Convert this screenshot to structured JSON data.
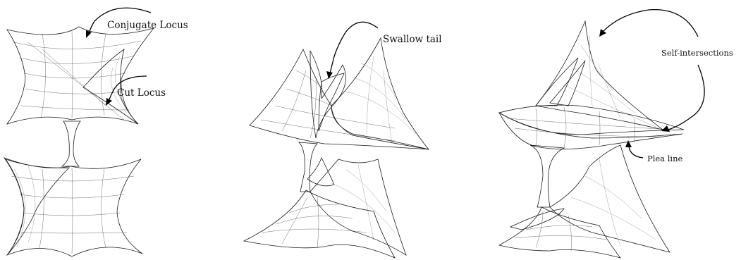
{
  "panels": [
    {
      "name": "panel-left",
      "annotations": [
        {
          "id": "conjugate",
          "text": "Conjugate Locus"
        },
        {
          "id": "cut",
          "text": "Cut Locus"
        }
      ]
    },
    {
      "name": "panel-middle",
      "annotations": [
        {
          "id": "swallow",
          "text": "Swallow tail"
        }
      ]
    },
    {
      "name": "panel-right",
      "annotations": [
        {
          "id": "selfint",
          "text": "Self-intersections"
        },
        {
          "id": "plea",
          "text": "Plea line"
        }
      ]
    }
  ],
  "colors": {
    "surface_dark": "#5c5c5c",
    "surface_mid": "#8e8e8e",
    "surface_light": "#f2f2f2",
    "ink": "#111111"
  }
}
